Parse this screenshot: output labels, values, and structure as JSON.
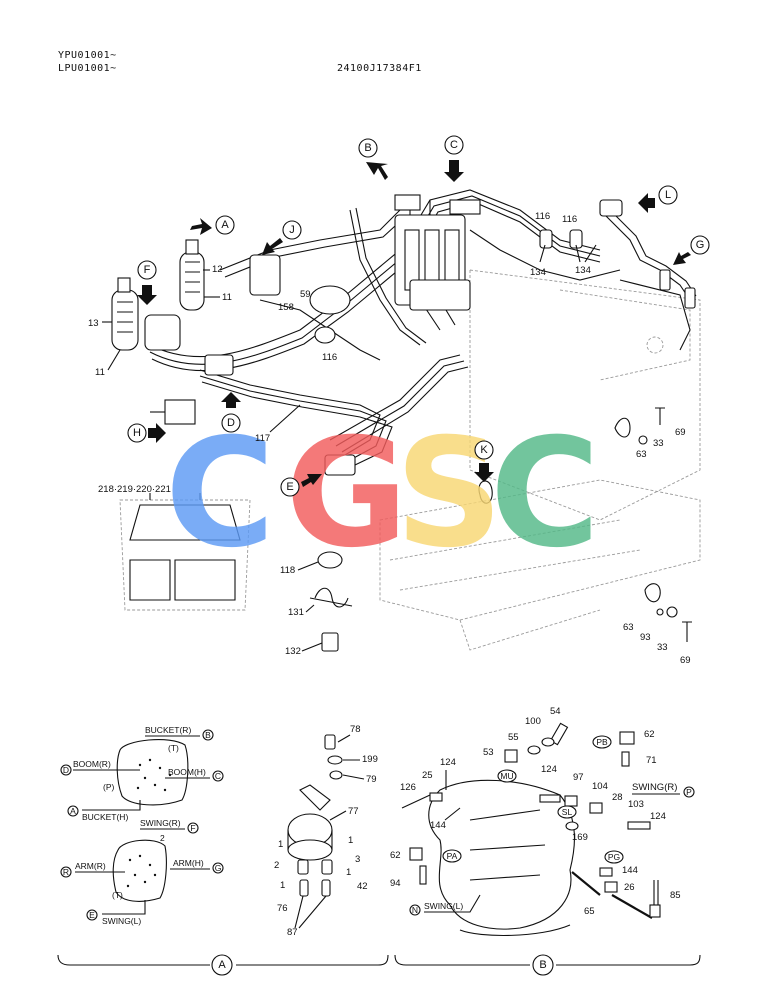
{
  "header": {
    "serial_1": "YPU01001~",
    "serial_2": "LPU01001~",
    "drawing_code": "24100J17384F1"
  },
  "callouts": {
    "A": "A",
    "B": "B",
    "C": "C",
    "D": "D",
    "E": "E",
    "F": "F",
    "G": "G",
    "H": "H",
    "J": "J",
    "K": "K",
    "L": "L"
  },
  "main_parts": {
    "p12": "12",
    "p11a": "11",
    "p13": "13",
    "p11b": "11",
    "p158": "158",
    "p59": "59",
    "p116a": "116",
    "p116b": "116",
    "p116c": "116",
    "p134a": "134",
    "p134b": "134",
    "p117": "117",
    "p63a": "63",
    "p33a": "33",
    "p69a": "69",
    "p63b": "63",
    "p93": "93",
    "p33b": "33",
    "p69b": "69",
    "p218": "218·219·220·221",
    "p118": "118",
    "p131": "131",
    "p132": "132"
  },
  "detail_a": {
    "title": "A",
    "bucket_r": "BUCKET(R)",
    "bucket_h": "BUCKET(H)",
    "boom_r": "BOOM(R)",
    "boom_h": "BOOM(H)",
    "t1": "(T)",
    "p1": "(P)",
    "swing_r": "SWING(R)",
    "swing_l": "SWING(L)",
    "arm_r": "ARM(R)",
    "arm_h": "ARM(H)",
    "t2": "(T)",
    "p2": "2",
    "l_b": "B",
    "l_d": "D",
    "l_c": "C",
    "l_a": "A",
    "l_f": "F",
    "l_r": "R",
    "l_g": "G",
    "l_e": "E",
    "p78": "78",
    "p199": "199",
    "p79": "79",
    "p77": "77",
    "p1a": "1",
    "p1b": "1",
    "p1c": "1",
    "p3": "3",
    "p1d": "1",
    "p42": "42",
    "p76": "76",
    "p87": "87"
  },
  "detail_b": {
    "title": "B",
    "p54": "54",
    "p55": "55",
    "p100": "100",
    "p53": "53",
    "p62a": "62",
    "tag_pb": "PB",
    "p71": "71",
    "tag_mu": "MU",
    "p124a": "124",
    "p126": "126",
    "p25": "25",
    "p124b": "124",
    "p97": "97",
    "p104": "104",
    "swing_r": "SWING(R)",
    "l_p": "P",
    "p144a": "144",
    "p28": "28",
    "tag_sl": "SL",
    "p103": "103",
    "p124c": "124",
    "p169": "169",
    "p62b": "62",
    "tag_pa": "PA",
    "tag_pg": "PG",
    "p144b": "144",
    "p94": "94",
    "p26": "26",
    "p85": "85",
    "swing_l": "SWING(L)",
    "l_n": "N",
    "p65": "65"
  },
  "watermark": {
    "letters": [
      "C",
      "G",
      "S",
      "C"
    ],
    "colors": [
      "#5d9bf5",
      "#f25c5c",
      "#f8d774",
      "#54b988"
    ]
  }
}
